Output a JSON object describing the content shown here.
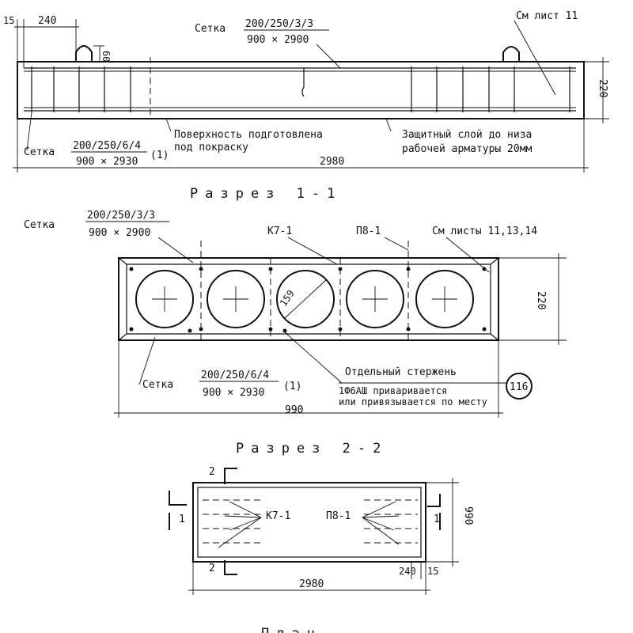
{
  "colors": {
    "ink": "#111111",
    "paper": "#ffffff"
  },
  "elevation": {
    "dim_left_edge": "15",
    "dim_top_left": "240",
    "dim_loop": "60",
    "mesh_top_label": "Сетка",
    "mesh_top_num": "200/250/3/3",
    "mesh_top_den": "900 × 2900",
    "ref_top_right": "См лист 11",
    "dim_height": "220",
    "mesh_bottom_label": "Сетка",
    "mesh_bottom_num": "200/250/6/4",
    "mesh_bottom_den": "900 × 2930",
    "mesh_bottom_count": "(1)",
    "note_surface_1": "Поверхность подготовлена",
    "note_surface_2": "под покраску",
    "note_cover_1": "Защитный слой до низа",
    "note_cover_2": "рабочей арматуры 20мм",
    "dim_length": "2980"
  },
  "section_1": {
    "title": "Разрез 1-1",
    "mesh_top_label": "Сетка",
    "mesh_top_num": "200/250/3/3",
    "mesh_top_den": "900 × 2900",
    "tag_k": "К7-1",
    "tag_p": "П8-1",
    "ref_right": "См листы 11,13,14",
    "dim_hole": "159",
    "dim_height": "220",
    "mesh_bottom_label": "Сетка",
    "mesh_bottom_num": "200/250/6/4",
    "mesh_bottom_den": "900 × 2930",
    "mesh_bottom_count": "(1)",
    "note_bar_title": "Отдельный стержень",
    "note_bar_1": "1Ф6АШ приваривается",
    "note_bar_2": "или привязывается по месту",
    "circle_ref": "116",
    "dim_width": "990"
  },
  "section_2": {
    "title": "Разрез 2-2",
    "cut_top": "2",
    "cut_bottom": "2",
    "cut_left": "1",
    "cut_right": "1",
    "tag_k": "К7-1",
    "tag_p": "П8-1",
    "dim_height": "990",
    "dim_right_a": "240",
    "dim_right_b": "15",
    "dim_length": "2980",
    "footer_partial": "План"
  }
}
